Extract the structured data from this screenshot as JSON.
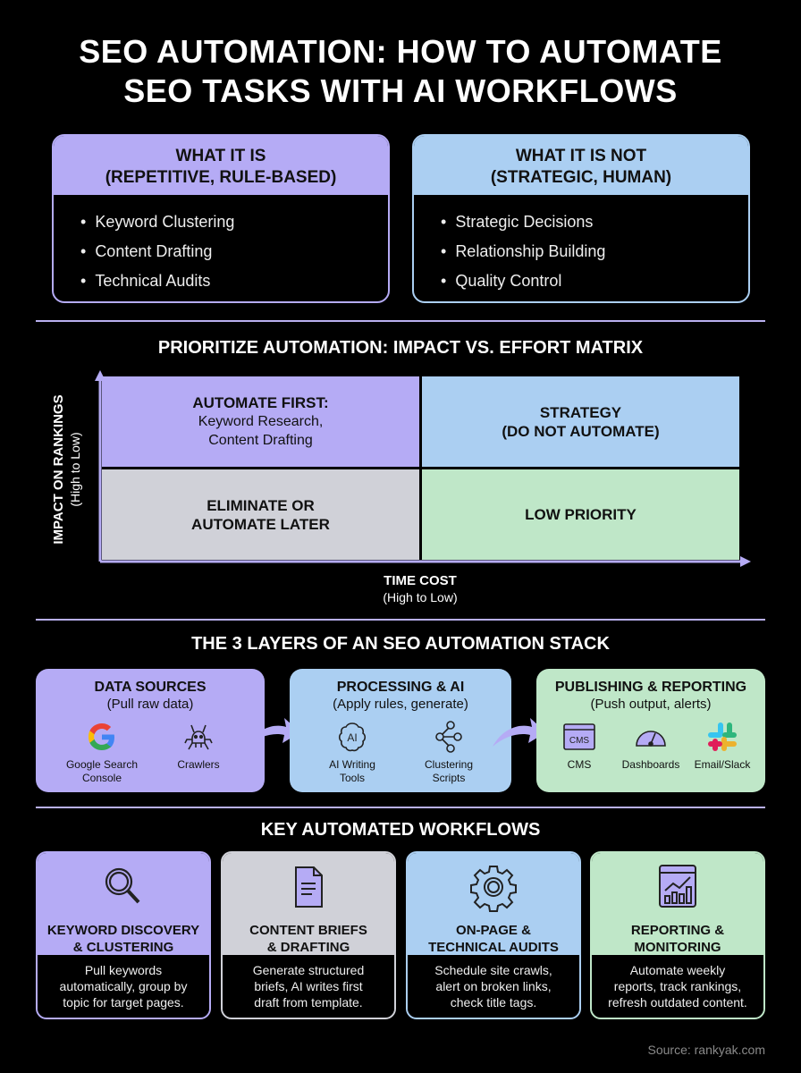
{
  "title": {
    "line1": "SEO AUTOMATION: HOW TO AUTOMATE",
    "line2": "SEO TASKS WITH AI WORKFLOWS"
  },
  "colors": {
    "purple": "#b5abf5",
    "blue": "#abcff2",
    "green": "#bfe7c8",
    "gray": "#d0d1d8",
    "divider": "#b9b0f0"
  },
  "what_it_is": {
    "title1": "WHAT IT IS",
    "title2": "(REPETITIVE, RULE-BASED)",
    "items": [
      "Keyword Clustering",
      "Content Drafting",
      "Technical Audits"
    ]
  },
  "what_it_is_not": {
    "title1": "WHAT IT IS NOT",
    "title2": "(STRATEGIC, HUMAN)",
    "items": [
      "Strategic Decisions",
      "Relationship Building",
      "Quality Control"
    ]
  },
  "matrix": {
    "heading": "PRIORITIZE AUTOMATION: IMPACT VS. EFFORT MATRIX",
    "y_label": "IMPACT ON RANKINGS",
    "y_sub": "(High to Low)",
    "x_label": "TIME COST",
    "x_sub": "(High to Low)",
    "q1_title": "AUTOMATE FIRST:",
    "q1_text1": "Keyword Research,",
    "q1_text2": "Content Drafting",
    "q2_title1": "STRATEGY",
    "q2_title2": "(DO NOT AUTOMATE)",
    "q3_title1": "ELIMINATE OR",
    "q3_title2": "AUTOMATE LATER",
    "q4_title": "LOW PRIORITY"
  },
  "layers": {
    "heading": "THE 3 LAYERS OF AN SEO AUTOMATION STACK",
    "items": [
      {
        "title": "DATA SOURCES",
        "sub": "(Pull raw data)",
        "tools": [
          {
            "icon": "google-icon",
            "label1": "Google Search",
            "label2": "Console"
          },
          {
            "icon": "crawler-bug-icon",
            "label1": "Crawlers",
            "label2": ""
          }
        ]
      },
      {
        "title": "PROCESSING & AI",
        "sub": "(Apply rules, generate)",
        "tools": [
          {
            "icon": "ai-brain-icon",
            "label1": "AI Writing",
            "label2": "Tools"
          },
          {
            "icon": "cluster-nodes-icon",
            "label1": "Clustering",
            "label2": "Scripts"
          }
        ]
      },
      {
        "title": "PUBLISHING & REPORTING",
        "sub": "(Push output, alerts)",
        "tools": [
          {
            "icon": "cms-window-icon",
            "label1": "CMS",
            "label2": ""
          },
          {
            "icon": "dashboard-gauge-icon",
            "label1": "Dashboards",
            "label2": ""
          },
          {
            "icon": "slack-icon",
            "label1": "Email/Slack",
            "label2": ""
          }
        ]
      }
    ]
  },
  "workflows": {
    "heading": "KEY AUTOMATED WORKFLOWS",
    "items": [
      {
        "icon": "magnifier-icon",
        "title1": "KEYWORD DISCOVERY",
        "title2": "& CLUSTERING",
        "desc": [
          "Pull keywords",
          "automatically, group by",
          "topic for target pages."
        ]
      },
      {
        "icon": "document-icon",
        "title1": "CONTENT BRIEFS",
        "title2": "& DRAFTING",
        "desc": [
          "Generate structured",
          "briefs, AI writes first",
          "draft from template."
        ]
      },
      {
        "icon": "gear-icon",
        "title1": "ON-PAGE &",
        "title2": "TECHNICAL AUDITS",
        "desc": [
          "Schedule site crawls,",
          "alert on broken links,",
          "check title tags."
        ]
      },
      {
        "icon": "chart-window-icon",
        "title1": "REPORTING &",
        "title2": "MONITORING",
        "desc": [
          "Automate weekly",
          "reports, track rankings,",
          "refresh outdated content."
        ]
      }
    ]
  },
  "source": "Source: rankyak.com"
}
